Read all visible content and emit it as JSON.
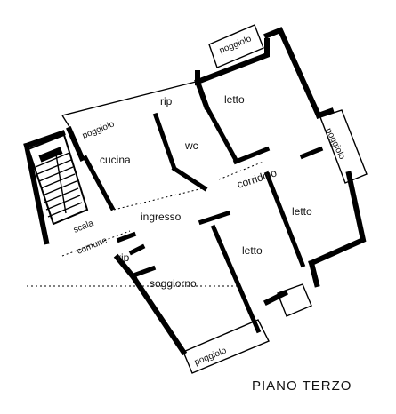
{
  "plan": {
    "floor_title": "PIANO TERZO",
    "rooms": {
      "letto_top": "letto",
      "rip_top": "rip",
      "wc": "wc",
      "cucina": "cucina",
      "corridoio": "corridoio",
      "letto_right": "letto",
      "ingresso": "ingresso",
      "letto_center": "letto",
      "rip_bottom": "rip",
      "soggiorno": "soggiorno"
    },
    "balconies": {
      "top": "poggiolo",
      "left": "poggiolo",
      "right": "poggiolo",
      "bottom": "poggiolo"
    },
    "stair": {
      "line1": "scala",
      "line2": "comune"
    }
  }
}
